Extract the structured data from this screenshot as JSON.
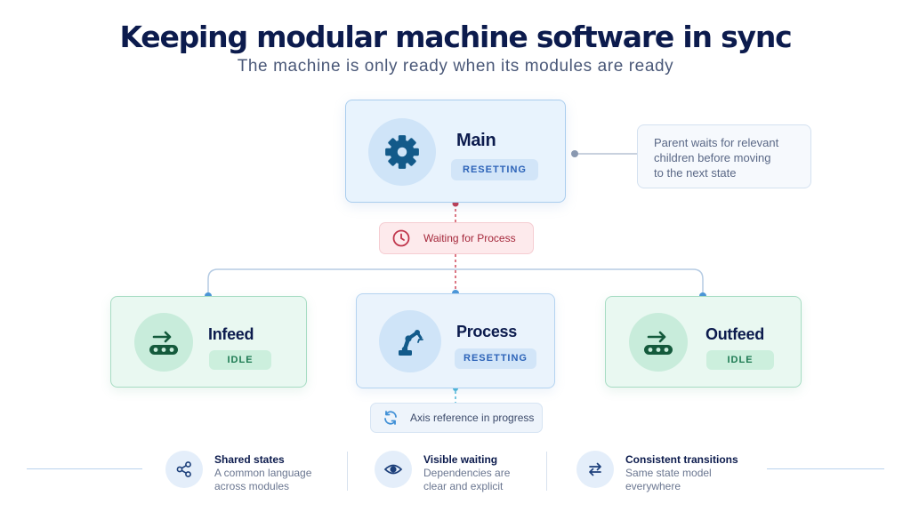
{
  "title": "Keeping modular machine software in sync",
  "subtitle": "The machine is only ready when its modules are ready",
  "main": {
    "name": "Main",
    "state": "RESETTING",
    "icon": "gear-icon"
  },
  "note": {
    "lines": [
      "Parent waits for relevant",
      "children before moving",
      "to the next state"
    ]
  },
  "waiting": {
    "label": "Waiting for Process",
    "icon": "clock-icon"
  },
  "modules": [
    {
      "name": "Infeed",
      "state": "IDLE",
      "icon": "conveyor-icon",
      "color": "#1d7a52"
    },
    {
      "name": "Process",
      "state": "RESETTING",
      "icon": "robot-arm-icon",
      "color": "#2c63b8"
    },
    {
      "name": "Outfeed",
      "state": "IDLE",
      "icon": "conveyor-icon",
      "color": "#1d7a52"
    }
  ],
  "axis": {
    "label": "Axis reference in progress",
    "icon": "refresh-icon"
  },
  "features": [
    {
      "title": "Shared states",
      "desc": [
        "A common language",
        "across modules"
      ],
      "icon": "share-icon"
    },
    {
      "title": "Visible waiting",
      "desc": [
        "Dependencies are",
        "clear and explicit"
      ],
      "icon": "eye-icon"
    },
    {
      "title": "Consistent transitions",
      "desc": [
        "Same state model",
        "everywhere"
      ],
      "icon": "swap-arrows-icon"
    }
  ],
  "colors": {
    "navy": "#0c1b4d",
    "blue_accent": "#2c63b8",
    "green_accent": "#1d7a52",
    "waiting_red": "#c0354b"
  }
}
